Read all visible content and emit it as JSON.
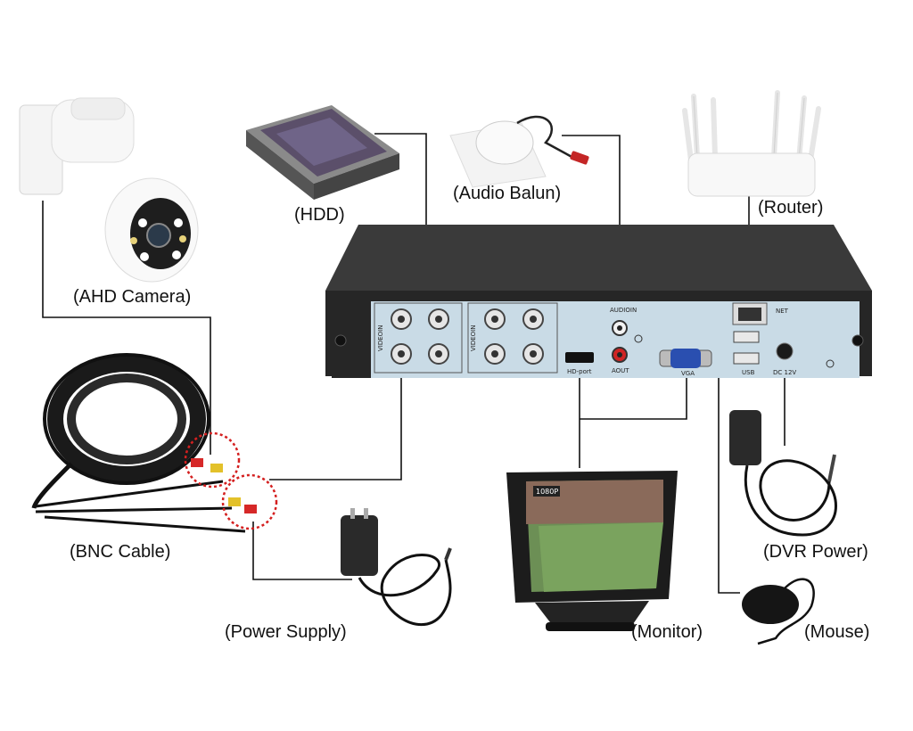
{
  "diagram": {
    "components": {
      "camera": "(AHD Camera)",
      "hdd": "(HDD)",
      "audio": "(Audio Balun)",
      "router": "(Router)",
      "bnc": "(BNC Cable)",
      "power_supply": "(Power Supply)",
      "monitor": "(Monitor)",
      "dvr_power": "(DVR Power)",
      "mouse": "(Mouse)"
    },
    "dvr_panel": {
      "video_in_1": "VIDEOIN",
      "video_in_2": "VIDEOIN",
      "audio_in": "AUDIOIN",
      "audio_out": "AOUT",
      "hdmi": "HD-port",
      "vga": "VGA",
      "net": "NET",
      "usb": "USB",
      "dc": "DC 12V"
    },
    "monitor_badge": "1080P"
  },
  "colors": {
    "dvr_top": "#353535",
    "dvr_front": "#2a2a2a",
    "panel": "#c9dbe6",
    "connector_line": "#111111",
    "highlight_circle": "#d42020",
    "vga_blue": "#2a4fb0"
  }
}
